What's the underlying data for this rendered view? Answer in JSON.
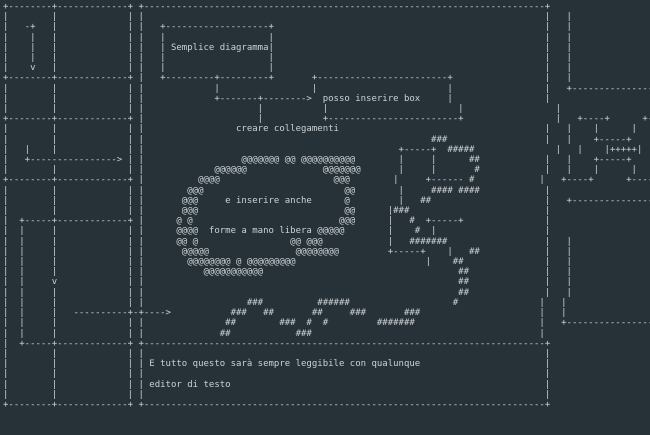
{
  "editor": {
    "lines": [
      "+--------+-------------+ +--------------------------------------------------------------------------+",
      "|        |             | |                                                                          |   |",
      "|   -+   |             | |   +-------------------+                                                  |   |",
      "|    |   |             | |   |                   |                                                  |   |",
      "|    |   |             | |   | Semplice diagramma|                                                  |   |",
      "|    |   |             | |   |                   |                                                  |   |",
      "|    v   |             | |   |                   |                                                  |   |",
      "+--------+-------------+ |   +---------+---------+       +------------------------+                 |   |",
      "|        |             | |             |                 |                        |                 |   +-------------------+",
      "|        |             | |             +-------+-------->  posso inserire box     |                 |",
      "|        |             | |                     |           |                        |                 |",
      "+--------+-------------+ |                     |           +------------------------+                 |   +----+      +----+",
      "|        |             | |                 creare collegamenti                                      |   |    |      |    |",
      "|        |             | |                                                     ###                  |   |    +-----+    |   |",
      "|   |    |             | |                                               +-----+  #####               |   |    |+++++|    |   |",
      "|   +----------------> | |                  @@@@@@@ @@ @@@@@@@@@@        |     |      ##            |   |    +-----+    |   |",
      "|        |             | |             @@@@@@              @@@@@@@       |     |       #            |   |    |      |    |   |",
      "+--------+-------------+ |          @@@@                     @@@        |     +------ #            |   +----+      +----+   |",
      "|        |             | |        @@@                          @@        |     #### ####            |                         |",
      "|        |             | |       @@@     e inserire anche      @         |   ##                     |   +---------------------+",
      "|        |             | |       @@@                           @@      |###                         |",
      "|  +-----+-------------+ |      @ @                           @@@      |   #  +-----+               |",
      "|  |     |             | |      @@@@  forme a mano libera @@@@@        |    #  |                    |",
      "|  |     |             | |      @@ @                 @@ @@@            |   #######                  |   |",
      "|  |     |             | |       @@@@@                @@@@@@@@         +-----+    |   ##            |   |",
      "|  |     |             | |        @@@@@@@@ @ @@@@@@@@@                        |    ##               |   |",
      "|  |     |             | |           @@@@@@@@@@@                                    ##              |   |",
      "|  |     v             | |                                                          ##              |   |",
      "|  |     |             | |                                                          ##              |   |",
      "|  |     |             | |                   ###          ######                   #               |   |",
      "|  |     |   ----------+-+---->           ###   ##       ##     ###       ###                      |   |",
      "|  |     |             | |               ##        ###  #  #         #######                       |   +-----------------+",
      "|  |     |             | |              ##            ###                                          |",
      "|  +-----+-------------+ +--------------------------------------------------------------------------+",
      "|        |             | |                                                                          |",
      "|        |             | | E tutto questo sarà sempre leggibile con qualunque                       |",
      "|        |             | |                                                                          |",
      "|        |             | | editor di testo                                                          |",
      "|        |             | |                                                                          |",
      "+--------+-------------+ +--------------------------------------------------------------------------+"
    ]
  }
}
